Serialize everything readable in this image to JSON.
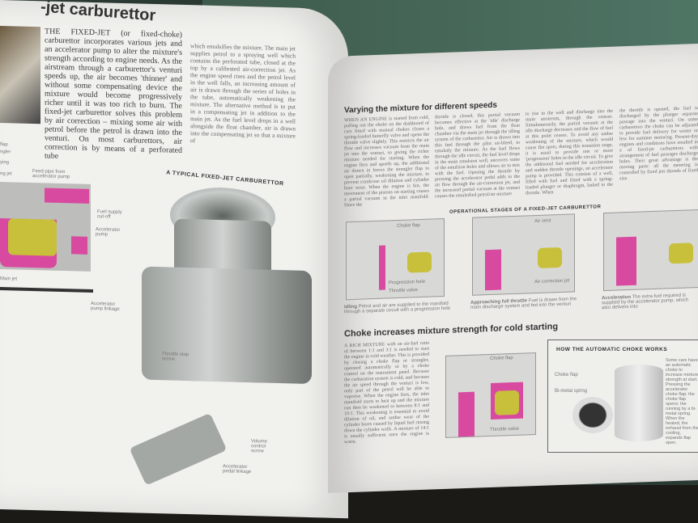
{
  "left_page": {
    "title": "-jet carburettor",
    "intro_col1": "THE FIXED-JET (or fixed-choke) carburettor incorporates various jets and an accelerator pump to alter the mixture's strength according to engine needs. As the airstream through a carburettor's venturi speeds up, the air becomes 'thinner' and without some compensating device the mixture would become progressively richer until it was too rich to burn. The fixed-jet carburettor solves this problem by air correction – mixing some air with petrol before the petrol is drawn into the venturi. On most carburettors, air correction is by means of a perforated tube",
    "intro_col2": "which emulsifies the mixture. The main jet supplies petrol to a spraying well which contains the perforated tube, closed at the top by a calibrated air-correction jet. As the engine speed rises and the petrol level in the well falls, an increasing amount of air is drawn through the series of holes in the tube, automatically weakening the mixture. The alternative method is to put in a compensating jet in addition to the main jet. As the fuel level drops in a well alongside the float chamber, air is drawn into the compensating jet so that a mixture of",
    "figure_caption": "A TYPICAL FIXED-JET CARBURETTOR",
    "labels": {
      "feed_pipe": "Feed pipe from accelerator pump",
      "fuel_supply": "Fuel supply cut-off",
      "accel_pump": "Accelerator pump",
      "main_jet": "Main jet",
      "accel_linkage": "Accelerator pump linkage",
      "flap": "flap",
      "ngler": "ngler",
      "ying": "ying",
      "ng_jet": "ng jet",
      "throttle_stop": "Throttle stop screw",
      "volume_screw": "Volume control screw",
      "pedal_linkage": "Accelerator pedal linkage"
    }
  },
  "right_page": {
    "section1_heading": "Varying the mixture for different speeds",
    "section1_col1": "WHEN AN ENGINE is started from cold, pulling out the choke on the dashboard of cars fitted with manual chokes closes a spring-loaded butterfly valve and opens the throttle valve slightly. This restricts the air flow and increases vacuum from the main jet into the venturi, so giving the richer mixture needed for starting. When the engine fires and speeds up, the additional air drawn in forces the strangler flap to open partially, weakening the mixture, to prevent crankcase oil dilution and cylinder bore wear. When the engine is hot, the movement of the pistons on starting causes a partial vacuum in the inlet manifold. Since the",
    "section1_col2": "throttle is closed, this partial vacuum becomes effective at the 'idle' discharge hole, and draws fuel from the float chamber via the main jet through the idling system of the carburettor. Air is drawn into this fuel through the pilot air-bleed, to emulsify the mixture. As the fuel flows through the idle circuit, the fuel level drops in the main emulsion well, uncovers some of the emulsion holes and allows air to mix with the fuel. Opening the throttle by pressing the accelerator pedal adds to the air flow through the air-correction jet, and the increased partial vacuum at the venturi causes the emulsified petrol/air mixture",
    "section1_col3": "to rise in the well and discharge into the main airstream, through the venturi. Simultaneously, the partial vacuum at the idle discharge decreases and the flow of fuel at this point ceases. To avoid any undue weakening of the mixture, which would cause flat spots, during this transition stage, it is usual to provide one or more 'progression' holes in the idle circuit. To give the additional fuel needed for acceleration and sudden throttle openings, an accelerator pump is provided. This consists of a well, filled with fuel and fitted with a spring-loaded plunger or diaphragm, linked to the throttle. When",
    "section1_col4": "the throttle is opened, the fuel is discharged by the plunger separate passage into the venturi. On some carburettors the choke can be adjusted to provide fuel delivery for winter or less for summer motoring. Present-day engines and conditions have resulted in a of fixed-jet carburettors with arrangement of fuel passages discharge holes. Their great advantage is the moving parts: all the metering is controlled by fixed jets threads of fixed size.",
    "stages_caption": "OPERATIONAL STAGES OF A FIXED-JET CARBURETTOR",
    "stages": [
      {
        "title": "Idling",
        "text": "Petrol and air are supplied to the manifold through a separate circuit with a progression hole",
        "labels": [
          "Choke flap",
          "Progression hole",
          "Throttle valve"
        ]
      },
      {
        "title": "Approaching full throttle",
        "text": "Fuel is drawn from the main discharge system and fed into the venturi",
        "labels": [
          "Air vent",
          "Air correction jet"
        ]
      },
      {
        "title": "Acceleration",
        "text": "The extra fuel required is supplied by the accelerator pump, which also delivers into",
        "labels": []
      }
    ],
    "section2_heading": "Choke increases mixture strength for cold starting",
    "section2_text": "A RICH MIXTURE with an air-fuel ratio of between 1:1 and 3:1 is needed to start the engine in cold weather. This is provided by closing a choke flap or strangler, operated automatically or by a choke control on the instrument panel. Because the carburation system is cold, and because the air speed through the venturi is low, only part of the petrol will be able to vaporise. When the engine fires, the inlet manifold starts to heat up and the mixture can then be weakened to between 8:1 and 10:1. This weakening is essential to avoid dilution of oil, and undue wear of the cylinder bores caused by liquid fuel rinsing down the cylinder walls. A mixture of 14:1 is usually sufficient once the engine is warm.",
    "choke_labels": [
      "Choke flap",
      "Throttle valve"
    ],
    "auto_choke": {
      "title": "HOW THE AUTOMATIC CHOKE WORKS",
      "labels": [
        "Choke flap",
        "Bi-metal spring"
      ],
      "side_text": "Some cars have an automatic choke to increase mixture strength at start. Pressing the accelerator choke flap; the choke flap opens; the running by a bi-metal spring. When the heated, the exhaust from the cooling, expands flap open."
    }
  },
  "colors": {
    "diagram_pink": "#d84aa0",
    "float_yellow": "#c8c03a",
    "page": "#efefec"
  }
}
